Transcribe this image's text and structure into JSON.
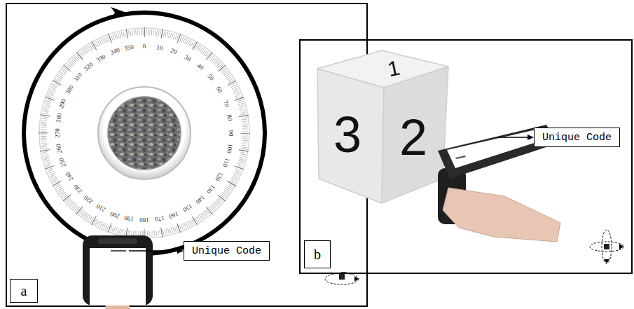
{
  "diagram": {
    "nodes": [
      {
        "text": [
          "Unique Code"
        ]
      },
      {
        "text": [
          "a"
        ]
      },
      {
        "text": [
          "Unique Code"
        ]
      },
      {
        "text": [
          "b"
        ]
      }
    ],
    "labels": [
      "0",
      "10",
      "20",
      "30",
      "40",
      "50",
      "60",
      "70",
      "80",
      "90",
      "100",
      "110",
      "120",
      "130",
      "140",
      "150",
      "160",
      "170",
      "180",
      "190",
      "200",
      "210",
      "220",
      "230",
      "240",
      "250",
      "260",
      "270",
      "280",
      "290",
      "300",
      "310",
      "320",
      "330",
      "340",
      "350",
      "1",
      "3",
      "2"
    ]
  }
}
